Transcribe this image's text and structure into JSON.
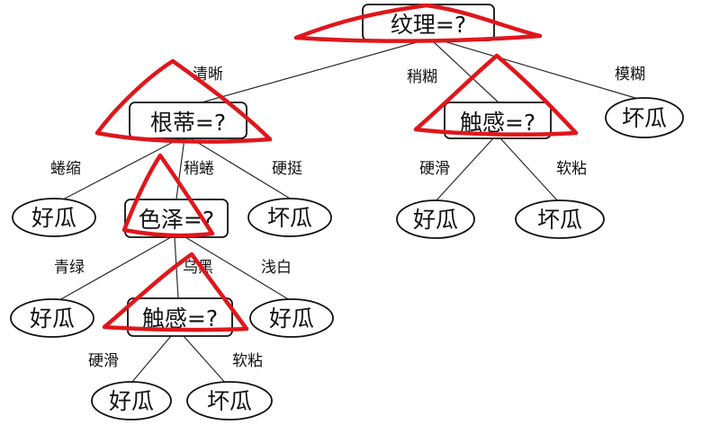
{
  "nodes": {
    "root": "纹理=?",
    "gendi": "根蒂=?",
    "chugan_right": "触感=?",
    "leaf_mohu": "坏瓜",
    "leaf_quansuo": "好瓜",
    "sezhe": "色泽=?",
    "leaf_yingting": "坏瓜",
    "leaf_right_yinghua": "好瓜",
    "leaf_right_ruannian": "坏瓜",
    "leaf_qinglv": "好瓜",
    "chugan_lower": "触感=?",
    "leaf_qianbai": "好瓜",
    "leaf_lower_yinghua": "好瓜",
    "leaf_lower_ruannian": "坏瓜"
  },
  "edges": {
    "qingxi": "清晰",
    "shaohu": "稍糊",
    "mohu": "模糊",
    "quansuo": "蜷缩",
    "shaoquan": "稍蜷",
    "yingting": "硬挺",
    "right_yinghua": "硬滑",
    "right_ruannian": "软粘",
    "qinglv": "青绿",
    "wuhei": "乌黑",
    "qianbai": "浅白",
    "lower_yinghua": "硬滑",
    "lower_ruannian": "软粘"
  },
  "colors": {
    "annotation": "#e0161b",
    "ink": "#111111"
  }
}
